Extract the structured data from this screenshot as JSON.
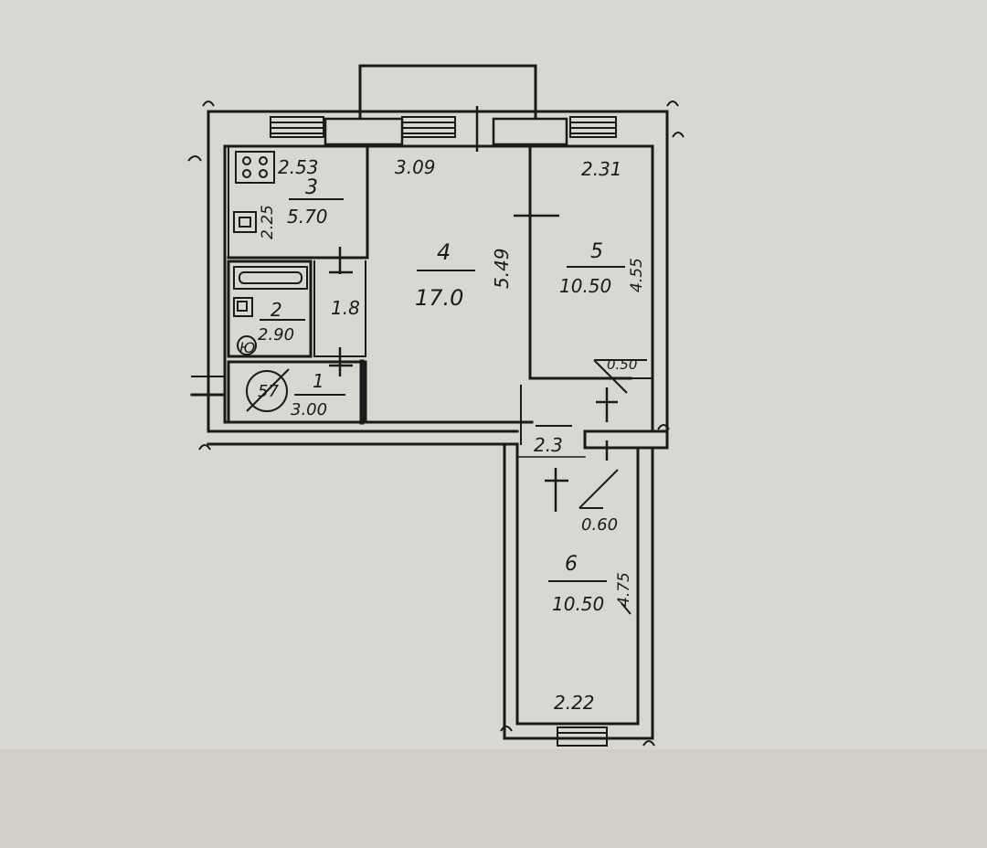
{
  "paper": {
    "background": "#d9d7d1",
    "ink": "#1a1a1a",
    "shadow": "#c9c6bf"
  },
  "rooms": [
    {
      "number": "1",
      "area": "3.00"
    },
    {
      "number": "2",
      "area": "2.90"
    },
    {
      "number": "3",
      "area": "5.70",
      "width": "2.53",
      "length": "2.25"
    },
    {
      "number": "4",
      "area": "17.0",
      "width": "3.09",
      "length": "5.49"
    },
    {
      "number": "5",
      "area": "10.50",
      "width": "2.31",
      "length": "4.55"
    },
    {
      "number": "6",
      "area": "10.50",
      "width": "2.22",
      "length": "4.75"
    }
  ],
  "annotations": {
    "wc_area": "1.8",
    "hall_area": "2.3",
    "closet_a": "0.50",
    "closet_b": "0.60",
    "meter_label": "57",
    "boiler_label": "Ю"
  },
  "icons": [
    "stove-icon",
    "sink-icon",
    "bathtub-icon",
    "washbasin-icon",
    "water-heater-icon",
    "gas-meter-icon",
    "window-icon"
  ]
}
